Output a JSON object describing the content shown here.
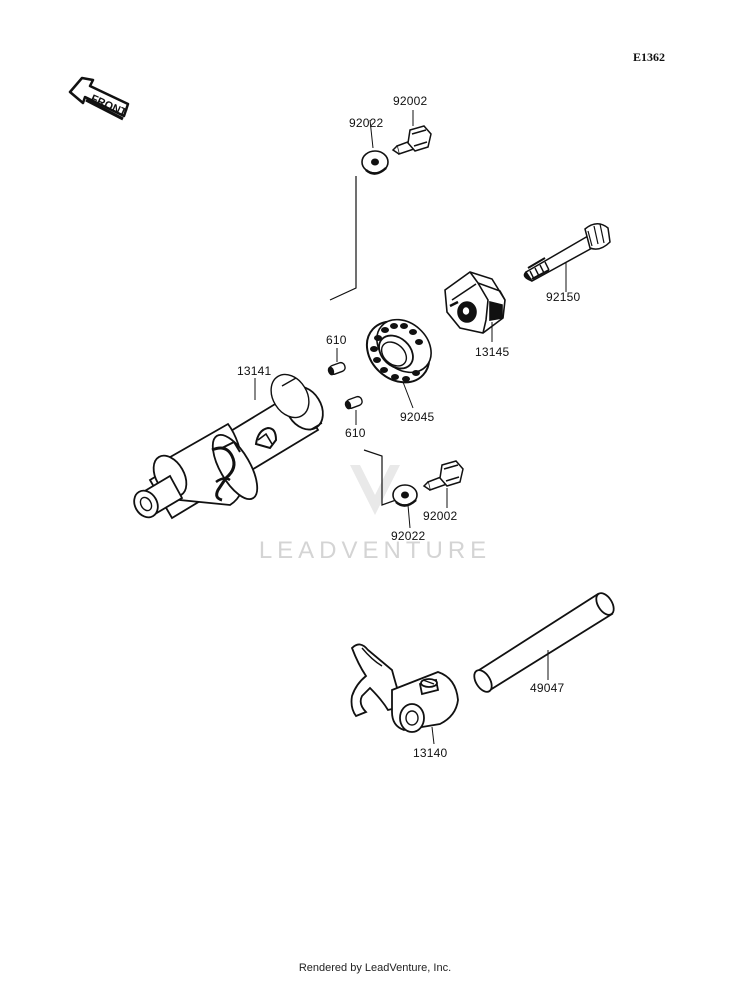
{
  "diagram": {
    "id_code": "E1362",
    "front_arrow_text": "FRONT",
    "watermark_text": "LEADVENTURE",
    "footer_text": "Rendered by LeadVenture, Inc."
  },
  "callouts": {
    "bolt_top": "92002",
    "washer_top": "92022",
    "long_bolt": "92150",
    "holder": "13145",
    "pin_upper": "610",
    "drum": "13141",
    "bearing": "92045",
    "pin_lower": "610",
    "bolt_bottom": "92002",
    "washer_bottom": "92022",
    "shaft": "49047",
    "fork": "13140"
  }
}
